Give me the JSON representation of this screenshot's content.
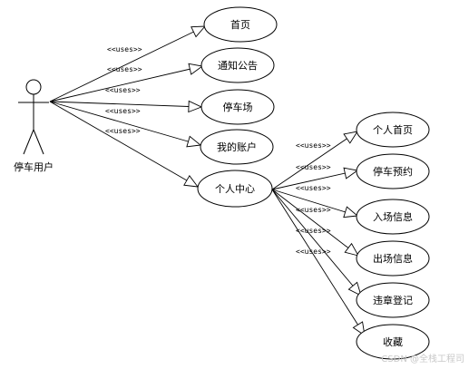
{
  "actor": {
    "label": "停车用户"
  },
  "stereotype": "<<uses>>",
  "use_cases": [
    {
      "id": "home",
      "label": "首页"
    },
    {
      "id": "notice",
      "label": "通知公告"
    },
    {
      "id": "parking",
      "label": "停车场"
    },
    {
      "id": "account",
      "label": "我的账户"
    },
    {
      "id": "center",
      "label": "个人中心"
    }
  ],
  "sub_use_cases": [
    {
      "id": "personal-home",
      "label": "个人首页"
    },
    {
      "id": "reserve",
      "label": "停车预约"
    },
    {
      "id": "entry",
      "label": "入场信息"
    },
    {
      "id": "exit",
      "label": "出场信息"
    },
    {
      "id": "violation",
      "label": "违章登记"
    },
    {
      "id": "favorite",
      "label": "收藏"
    }
  ],
  "watermark": "CSDN @全栈工程司"
}
